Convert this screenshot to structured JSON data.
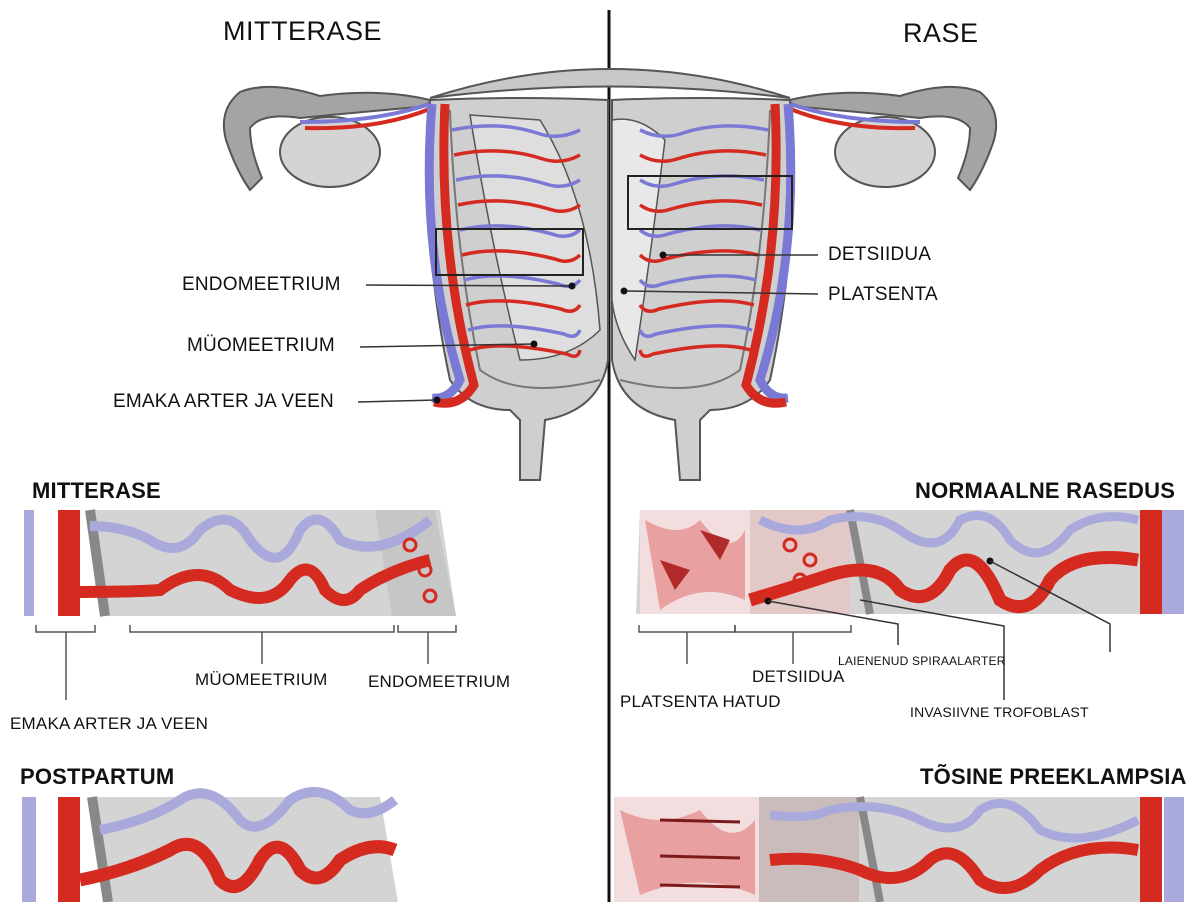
{
  "top": {
    "left_title": "MITTERASE",
    "right_title": "RASE",
    "labels_left": {
      "endometrium": "ENDOMEETRIUM",
      "myometrium": "MÜOMEETRIUM",
      "uterine_vessels": "EMAKA ARTER JA VEEN"
    },
    "labels_right": {
      "decidua": "DETSIIDUA",
      "placenta": "PLATSENTA"
    }
  },
  "panels": {
    "nonpregnant": {
      "title": "MITTERASE",
      "labels": {
        "uterine_vessels": "EMAKA ARTER JA VEEN",
        "myometrium": "MÜOMEETRIUM",
        "endometrium": "ENDOMEETRIUM"
      }
    },
    "normal_pregnancy": {
      "title": "NORMAALNE RASEDUS",
      "labels": {
        "placenta_villi": "PLATSENTA HATUD",
        "decidua": "DETSIIDUA",
        "dilated_spiral": "LAIENENUD SPIRAALARTER",
        "invasive_troph": "INVASIIVNE TROFOBLAST"
      }
    },
    "postpartum": {
      "title": "POSTPARTUM"
    },
    "preeclampsia": {
      "title": "TÕSINE PREEKLAMPSIA"
    }
  },
  "colors": {
    "artery": "#d42a1f",
    "vein": "#7a7ad6",
    "vein_light": "#a9a9dc",
    "tissue": "#d2d2d2",
    "outline": "#555555",
    "placenta_pink": "#e9a0a0"
  }
}
